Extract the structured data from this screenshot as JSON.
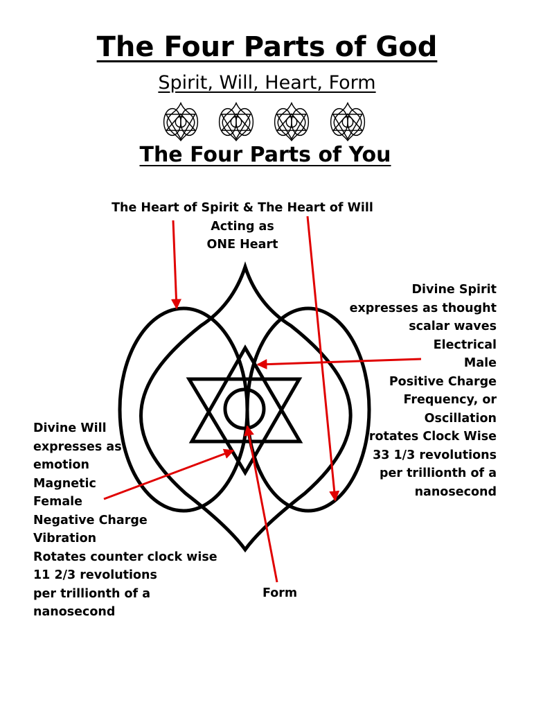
{
  "title": "The Four Parts of God",
  "subtitle": "Spirit, Will, Heart, Form",
  "subtitle2": "The Four Parts of You",
  "icons": [
    "heart-star-symbol",
    "heart-star-symbol",
    "heart-star-symbol",
    "heart-star-symbol"
  ],
  "labels": {
    "top": [
      "The Heart of Spirit & The Heart of Will",
      "Acting as",
      "ONE Heart"
    ],
    "right": [
      "Divine Spirit",
      "expresses as thought",
      "scalar waves",
      "Electrical",
      "Male",
      "Positive Charge",
      "Frequency, or",
      "Oscillation",
      "rotates Clock Wise",
      "33 1/3 revolutions",
      "per trillionth of a",
      "nanosecond"
    ],
    "left": [
      "Divine Will",
      "expresses as",
      "emotion",
      "Magnetic",
      "Female",
      "Negative Charge",
      "Vibration",
      "Rotates counter clock wise",
      "11 2/3 revolutions",
      "per trillionth of a",
      "nanosecond"
    ],
    "form": "Form"
  },
  "colors": {
    "line": "#000000",
    "arrow": "#e00000"
  }
}
